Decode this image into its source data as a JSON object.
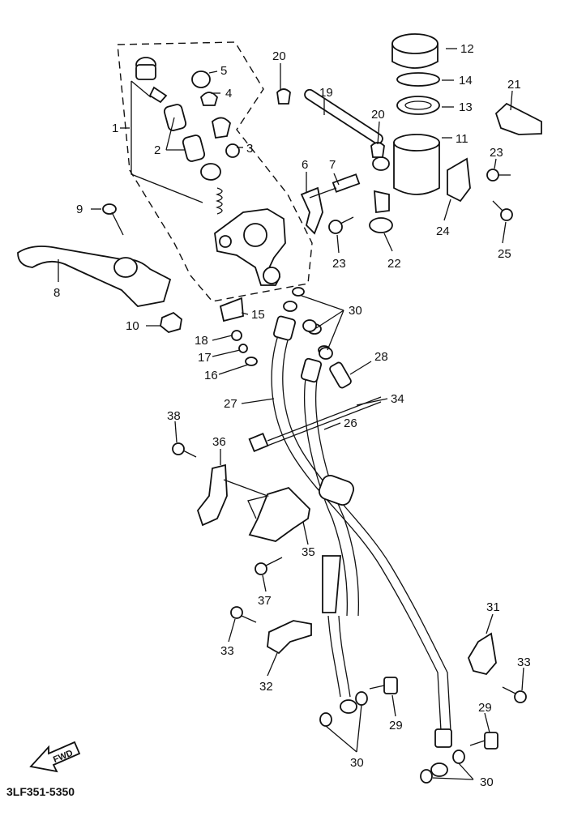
{
  "diagram": {
    "code": "3LF351-5350",
    "fwd_label": "FWD",
    "labels": {
      "p1": "1",
      "p2": "2",
      "p3": "3",
      "p4": "4",
      "p5": "5",
      "p6": "6",
      "p7": "7",
      "p8": "8",
      "p9": "9",
      "p10": "10",
      "p11": "11",
      "p12": "12",
      "p13": "13",
      "p14": "14",
      "p15": "15",
      "p16": "16",
      "p17": "17",
      "p18": "18",
      "p19": "19",
      "p20a": "20",
      "p20b": "20",
      "p21": "21",
      "p22": "22",
      "p23a": "23",
      "p23b": "23",
      "p24": "24",
      "p25": "25",
      "p26": "26",
      "p27": "27",
      "p28": "28",
      "p29a": "29",
      "p29b": "29",
      "p30a": "30",
      "p30b": "30",
      "p30c": "30",
      "p31": "31",
      "p32": "32",
      "p33a": "33",
      "p33b": "33",
      "p34": "34",
      "p35": "35",
      "p36": "36",
      "p37": "37",
      "p38": "38"
    }
  }
}
